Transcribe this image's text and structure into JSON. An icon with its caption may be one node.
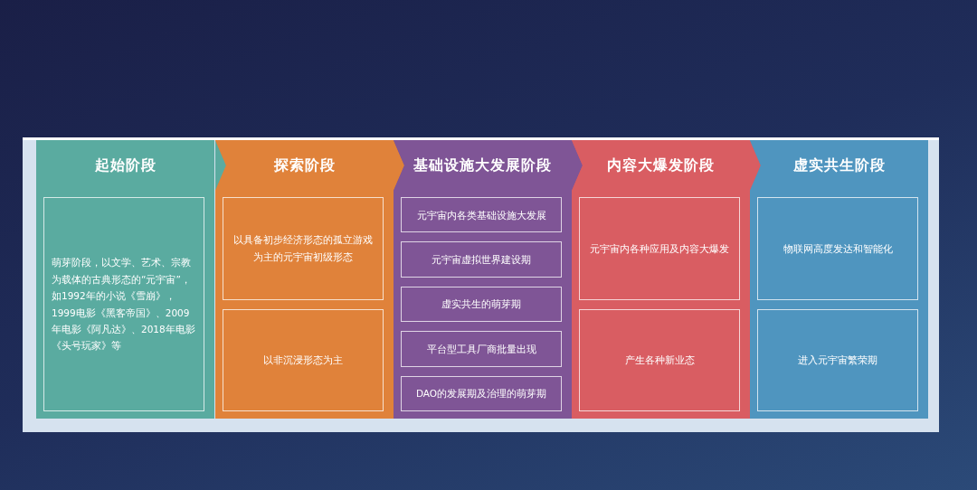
{
  "diagram": {
    "nodes": [
      {
        "text": [
          "起始阶段"
        ]
      },
      {
        "text": [
          "萌芽阶段，以文学、艺术、宗教为载体的古典形态的“元宇宙”，如1992年的小说《雪崩》，1999电影《黑客帝国》、2009年电影《阿凡达》、2018年电影《头号玩家》等"
        ],
        "in": 0
      },
      {
        "text": [
          "探索阶段"
        ]
      },
      {
        "text": [
          "以具备初步经济形态的孤立游戏为主的元宇宙初级形态"
        ],
        "in": 2
      },
      {
        "text": [
          "以非沉浸形态为主"
        ],
        "in": 2
      },
      {
        "text": [
          "基础设施大发展阶段"
        ]
      },
      {
        "text": [
          "元宇宙内各类基础设施大发展"
        ],
        "in": 5
      },
      {
        "text": [
          "元宇宙虚拟世界建设期"
        ],
        "in": 5
      },
      {
        "text": [
          "虚实共生的萌芽期"
        ],
        "in": 5
      },
      {
        "text": [
          "平台型工具厂商批量出现"
        ],
        "in": 5
      },
      {
        "text": [
          "DAO的发展期及治理的萌芽期"
        ],
        "in": 5
      },
      {
        "text": [
          "内容大爆发阶段"
        ]
      },
      {
        "text": [
          "元宇宙内各种应用及内容大爆发"
        ],
        "in": 11
      },
      {
        "text": [
          "产生各种新业态"
        ],
        "in": 11
      },
      {
        "text": [
          "虚实共生阶段"
        ]
      },
      {
        "text": [
          "物联网高度发达和智能化"
        ],
        "in": 14
      },
      {
        "text": [
          "进入元宇宙繁荣期"
        ],
        "in": 14
      }
    ]
  }
}
